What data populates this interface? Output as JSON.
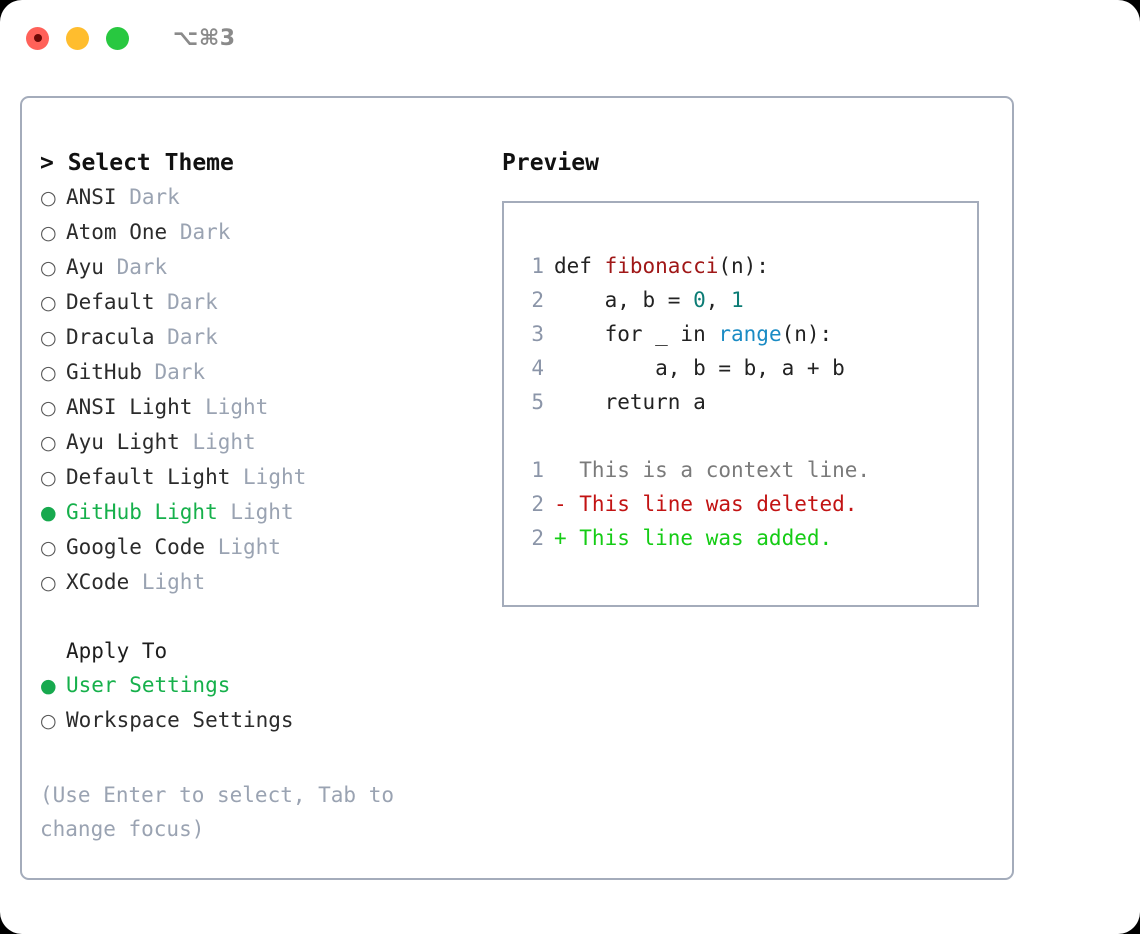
{
  "titlebar": {
    "shortcut": "⌥⌘3",
    "lights": [
      {
        "name": "close",
        "color": "#ff6159"
      },
      {
        "name": "minimize",
        "color": "#ffbd2e"
      },
      {
        "name": "maximize",
        "color": "#28c840"
      }
    ]
  },
  "theme_panel": {
    "heading": "> Select Theme",
    "focus_marker": ">",
    "radio_on": "●",
    "radio_off": "○",
    "items": [
      {
        "name": "ANSI",
        "variant": "Dark",
        "selected": false
      },
      {
        "name": "Atom One",
        "variant": "Dark",
        "selected": false
      },
      {
        "name": "Ayu",
        "variant": "Dark",
        "selected": false
      },
      {
        "name": "Default",
        "variant": "Dark",
        "selected": false
      },
      {
        "name": "Dracula",
        "variant": "Dark",
        "selected": false
      },
      {
        "name": "GitHub",
        "variant": "Dark",
        "selected": false
      },
      {
        "name": "ANSI Light",
        "variant": "Light",
        "selected": false
      },
      {
        "name": "Ayu Light",
        "variant": "Light",
        "selected": false
      },
      {
        "name": "Default Light",
        "variant": "Light",
        "selected": false
      },
      {
        "name": "GitHub Light",
        "variant": "Light",
        "selected": true
      },
      {
        "name": "Google Code",
        "variant": "Light",
        "selected": false
      },
      {
        "name": "XCode",
        "variant": "Light",
        "selected": false
      }
    ]
  },
  "apply_to": {
    "heading": "Apply To",
    "items": [
      {
        "name": "User Settings",
        "selected": true
      },
      {
        "name": "Workspace Settings",
        "selected": false
      }
    ]
  },
  "hint": "(Use Enter to select, Tab to change focus)",
  "preview": {
    "title": "Preview",
    "code_lines": [
      {
        "lineno": "1",
        "tokens": [
          {
            "text": "def ",
            "kind": "plain"
          },
          {
            "text": "fibonacci",
            "kind": "fn"
          },
          {
            "text": "(n):",
            "kind": "plain"
          }
        ]
      },
      {
        "lineno": "2",
        "tokens": [
          {
            "text": "    a, b = ",
            "kind": "plain"
          },
          {
            "text": "0",
            "kind": "num"
          },
          {
            "text": ", ",
            "kind": "plain"
          },
          {
            "text": "1",
            "kind": "num"
          }
        ]
      },
      {
        "lineno": "3",
        "tokens": [
          {
            "text": "    for _ in ",
            "kind": "plain"
          },
          {
            "text": "range",
            "kind": "call"
          },
          {
            "text": "(n):",
            "kind": "plain"
          }
        ]
      },
      {
        "lineno": "4",
        "tokens": [
          {
            "text": "        a, b = b, a + b",
            "kind": "plain"
          }
        ]
      },
      {
        "lineno": "5",
        "tokens": [
          {
            "text": "    return a",
            "kind": "plain"
          }
        ]
      }
    ],
    "diff_lines": [
      {
        "lineno": "1",
        "marker": " ",
        "text": "  This is a context line.",
        "kind": "context"
      },
      {
        "lineno": "2",
        "marker": "-",
        "text": "- This line was deleted.",
        "kind": "deleted"
      },
      {
        "lineno": "2",
        "marker": "+",
        "text": "+ This line was added.",
        "kind": "added"
      }
    ]
  },
  "colors": {
    "accent_green": "#16b04b",
    "radio_green": "#17a94e",
    "border": "#a4acbb",
    "muted": "#9aa3b2",
    "lineno": "#8b95a8",
    "fn": "#a01717",
    "num": "#0c7c75",
    "call": "#1a8bc4",
    "diff_add": "#15cc15",
    "diff_del": "#c21313",
    "diff_ctx": "#7a7a7a"
  }
}
